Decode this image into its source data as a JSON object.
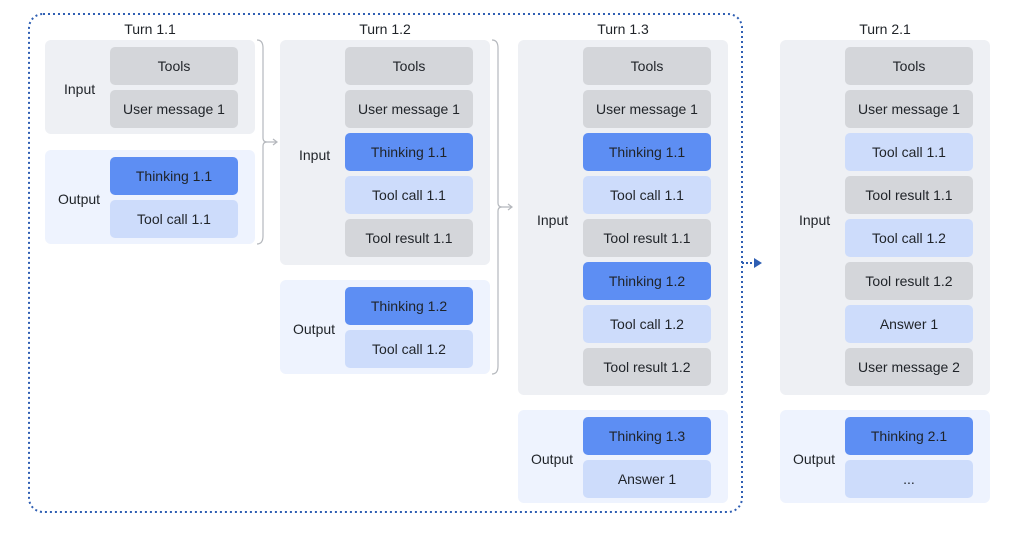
{
  "colors": {
    "gray_box": "#d4d6da",
    "dark_blue_box": "#5d8ef3",
    "light_blue_box": "#cddcfb",
    "input_panel": "#eef0f4",
    "output_panel": "#eef3fe",
    "dashed_border": "#2f5fb3"
  },
  "turns": [
    {
      "title": "Turn 1.1",
      "input": {
        "label": "Input",
        "boxes": [
          {
            "text": "Tools",
            "style": "gray"
          },
          {
            "text": "User message 1",
            "style": "gray"
          }
        ]
      },
      "output": {
        "label": "Output",
        "boxes": [
          {
            "text": "Thinking 1.1",
            "style": "blue"
          },
          {
            "text": "Tool call 1.1",
            "style": "light"
          }
        ]
      }
    },
    {
      "title": "Turn 1.2",
      "input": {
        "label": "Input",
        "boxes": [
          {
            "text": "Tools",
            "style": "gray"
          },
          {
            "text": "User message 1",
            "style": "gray"
          },
          {
            "text": "Thinking 1.1",
            "style": "blue"
          },
          {
            "text": "Tool call 1.1",
            "style": "light"
          },
          {
            "text": "Tool result 1.1",
            "style": "gray"
          }
        ]
      },
      "output": {
        "label": "Output",
        "boxes": [
          {
            "text": "Thinking 1.2",
            "style": "blue"
          },
          {
            "text": "Tool call 1.2",
            "style": "light"
          }
        ]
      }
    },
    {
      "title": "Turn 1.3",
      "input": {
        "label": "Input",
        "boxes": [
          {
            "text": "Tools",
            "style": "gray"
          },
          {
            "text": "User message 1",
            "style": "gray"
          },
          {
            "text": "Thinking 1.1",
            "style": "blue"
          },
          {
            "text": "Tool call 1.1",
            "style": "light"
          },
          {
            "text": "Tool result 1.1",
            "style": "gray"
          },
          {
            "text": "Thinking 1.2",
            "style": "blue"
          },
          {
            "text": "Tool call 1.2",
            "style": "light"
          },
          {
            "text": "Tool result 1.2",
            "style": "gray"
          }
        ]
      },
      "output": {
        "label": "Output",
        "boxes": [
          {
            "text": "Thinking 1.3",
            "style": "blue"
          },
          {
            "text": "Answer 1",
            "style": "light"
          }
        ]
      }
    },
    {
      "title": "Turn 2.1",
      "input": {
        "label": "Input",
        "boxes": [
          {
            "text": "Tools",
            "style": "gray"
          },
          {
            "text": "User message 1",
            "style": "gray"
          },
          {
            "text": "Tool call 1.1",
            "style": "light"
          },
          {
            "text": "Tool result 1.1",
            "style": "gray"
          },
          {
            "text": "Tool call 1.2",
            "style": "light"
          },
          {
            "text": "Tool result 1.2",
            "style": "gray"
          },
          {
            "text": "Answer 1",
            "style": "light"
          },
          {
            "text": "User message 2",
            "style": "gray"
          }
        ]
      },
      "output": {
        "label": "Output",
        "boxes": [
          {
            "text": "Thinking 2.1",
            "style": "blue"
          },
          {
            "text": "...",
            "style": "light"
          }
        ]
      }
    }
  ]
}
